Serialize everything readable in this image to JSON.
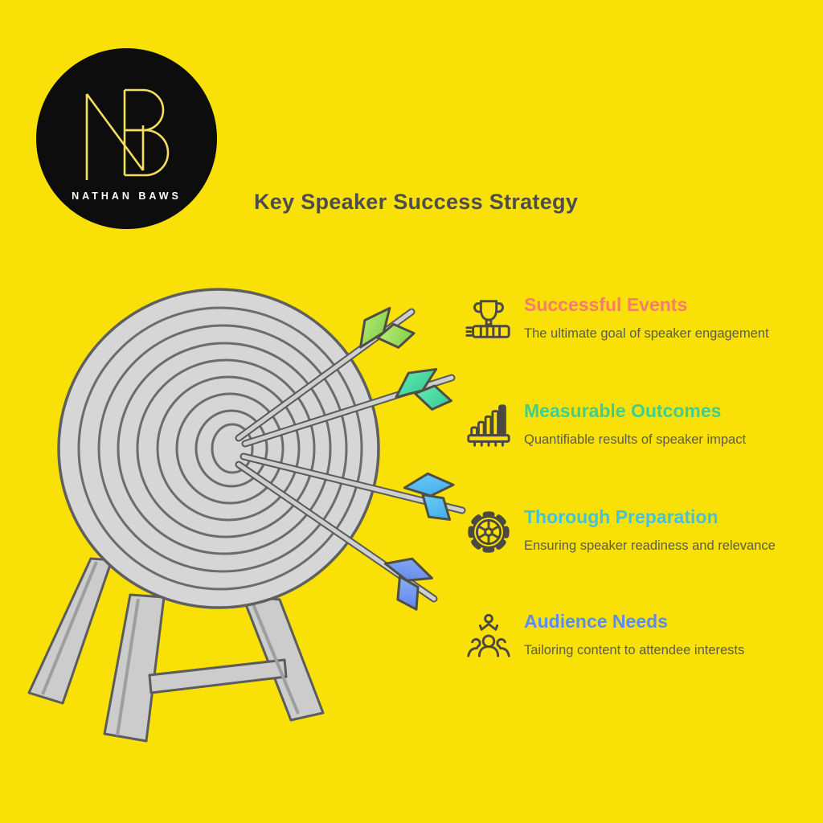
{
  "page": {
    "background_color": "#F9E107"
  },
  "logo": {
    "brand": "NATHAN BAWS",
    "circle_color": "#0D0D0D",
    "monogram_color": "#F2DF5B",
    "text_color": "#FFFFFF"
  },
  "header": {
    "title": "Key Speaker Success Strategy",
    "color": "#4D4D4D"
  },
  "illustration": {
    "type": "archery-target-on-easel-with-four-arrows",
    "target_fill": "#D6D6D6",
    "ring_stroke": "#666666",
    "stand_fill": "#CCCCCC",
    "shaft_color": "#CFCFCF",
    "fletchings": [
      {
        "light": "#B9EC77",
        "dark": "#7FCE47"
      },
      {
        "light": "#63E8B0",
        "dark": "#35CC96"
      },
      {
        "light": "#6FD0F5",
        "dark": "#3EA9EA"
      },
      {
        "light": "#8FB0F5",
        "dark": "#5A83EA"
      }
    ]
  },
  "items": [
    {
      "icon": "trophy-icon",
      "title": "Successful Events",
      "title_color": "#F87B6D",
      "description": "The ultimate goal of speaker engagement"
    },
    {
      "icon": "bar-chart-icon",
      "title": "Measurable Outcomes",
      "title_color": "#3FCE91",
      "description": "Quantifiable results of speaker impact"
    },
    {
      "icon": "gear-icon",
      "title": "Thorough Preparation",
      "title_color": "#41C3E0",
      "description": "Ensuring speaker readiness and relevance"
    },
    {
      "icon": "audience-icon",
      "title": "Audience Needs",
      "title_color": "#5C8DEE",
      "description": "Tailoring content to attendee interests"
    }
  ],
  "body_text_color": "#5D5B52",
  "icon_stroke_color": "#4B4940"
}
